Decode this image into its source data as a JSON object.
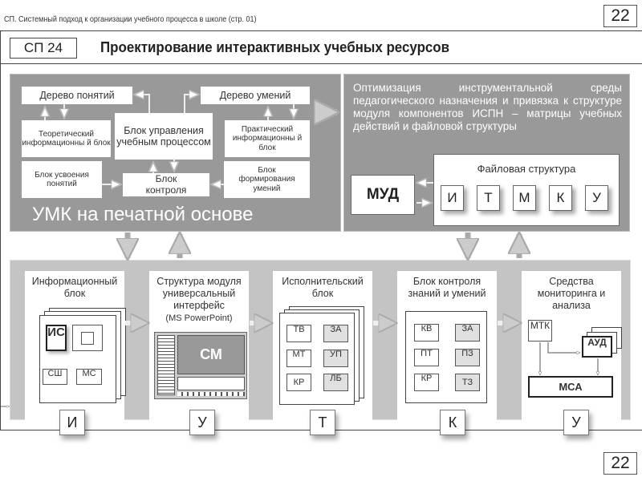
{
  "header": {
    "subtitle": "СП. Системный подход к организации учебного процесса в школе  (стр. 01)",
    "page_number_top": "22",
    "page_number_bottom": "22"
  },
  "title_row": {
    "code": "СП 24",
    "title": "Проектирование интерактивных учебных ресурсов"
  },
  "umk_panel": {
    "label": "УМК на печатной основе",
    "boxes": {
      "concept_tree": "Дерево понятий",
      "skill_tree": "Дерево умений",
      "theory_block": "Теоретический информационны й блок",
      "control_center": "Блок управления учебным процессом",
      "practice_block": "Практический информационны й блок",
      "concept_learning": "Блок усвоения понятий",
      "control_block": "Блок контроля",
      "skill_forming": "Блок формирования умений"
    }
  },
  "optimization_panel": {
    "text": "Оптимизация инструментальной среды педагогического назначения и привязка к структуре модуля компонентов ИСПН – матрицы учебных действий и файловой структуры",
    "mud_label": "МУД",
    "file_structure": {
      "title": "Файловая структура",
      "letters": [
        "И",
        "Т",
        "М",
        "К",
        "У"
      ]
    }
  },
  "bottom_columns": [
    {
      "title": "Информационный блок",
      "tag": "И",
      "items": [
        "ИС",
        "",
        "СШ",
        "МС"
      ]
    },
    {
      "title": "Структура модуля универсальный интерфейс",
      "subtitle": "(MS PowerPoint)",
      "tag": "У",
      "screen_label": "СМ"
    },
    {
      "title": "Исполнительский блок",
      "tag": "Т",
      "items": [
        "ТВ",
        "ЗА",
        "МТ",
        "УП",
        "КР",
        "ЛБ"
      ]
    },
    {
      "title": "Блок контроля знаний и умений",
      "tag": "К",
      "items": [
        "КВ",
        "ЗА",
        "ПТ",
        "ПЗ",
        "КР",
        "ТЗ"
      ]
    },
    {
      "title": "Средства мониторинга и анализа",
      "tag": "У",
      "items": [
        "МТК",
        "АУД",
        "МСА"
      ]
    }
  ]
}
